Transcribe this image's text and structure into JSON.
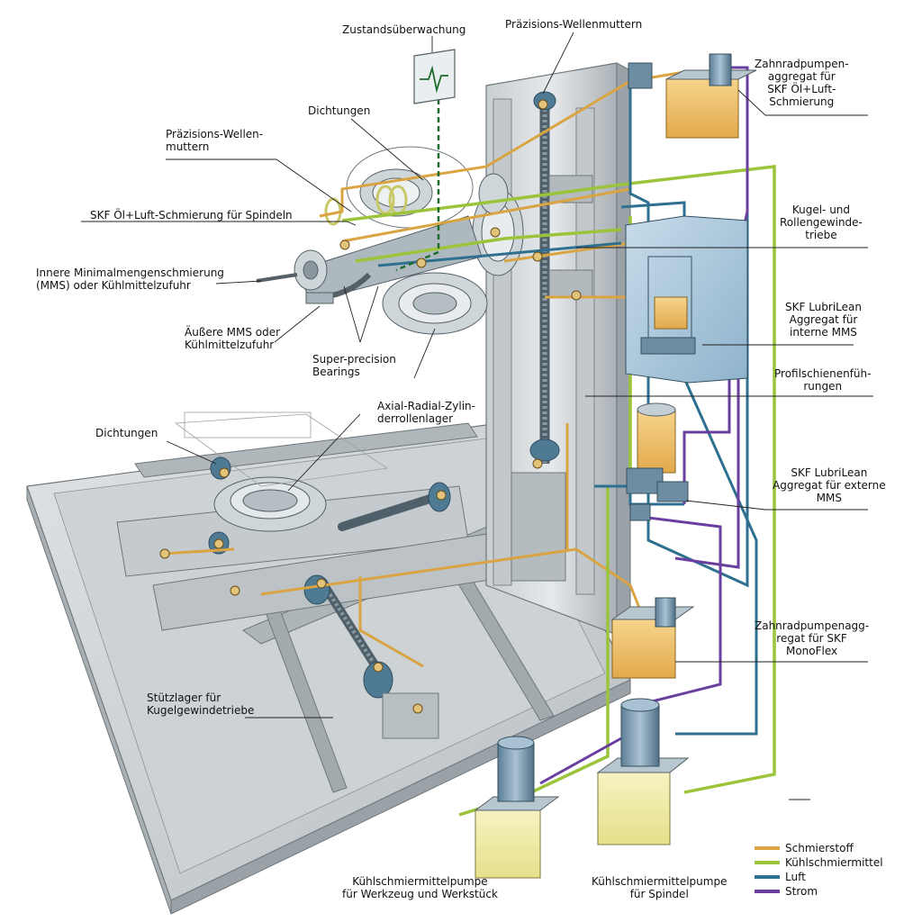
{
  "labels": {
    "zustand": "Zustandsüberwachung",
    "praez_top": "Präzisions-Wellenmuttern",
    "dichtungen_top": "Dichtungen",
    "praez_left": "Präzisions-Wellen-\nmuttern",
    "oel_luft": "SKF Öl+Luft-Schmierung für Spindeln",
    "innere_mms": "Innere Minimalmengenschmierung\n(MMS) oder Kühlmittelzufuhr",
    "aeussere_mms": "Äußere MMS oder\nKühlmittelzufuhr",
    "super_bearings": "Super-precision\nBearings",
    "axial_radial": "Axial-Radial-Zylin-\nderrollenlager",
    "dichtungen_mid": "Dichtungen",
    "stuetzlager": "Stützlager für\nKugelgewindetriebe",
    "zahnrad_top": "Zahnradpumpen-\naggregat für\nSKF Öl+Luft-\nSchmierung",
    "kugel_rollen": "Kugel- und\nRollengewinde-\ntriebe",
    "lubrilean_int": "SKF LubriLean\nAggregat für\ninterne MMS",
    "profilschienen": "Profilschienenfüh-\nrungen",
    "lubrilean_ext": "SKF LubriLean\nAggregat für externe\nMMS",
    "zahnrad_mono": "Zahnradpumpenagg-\nregat für SKF\nMonoFlex",
    "pumpe_werkzeug": "Kühlschmiermittelpumpe\nfür Werkzeug und Werkstück",
    "pumpe_spindel": "Kühlschmiermittelpumpe\nfür Spindel"
  },
  "legend": [
    {
      "label": "Schmierstoff",
      "color": "#d9a441"
    },
    {
      "label": "Kühlschmiermittel",
      "color": "#9cc43a"
    },
    {
      "label": "Luft",
      "color": "#2f6f8f"
    },
    {
      "label": "Strom",
      "color": "#6a3fa0"
    }
  ]
}
